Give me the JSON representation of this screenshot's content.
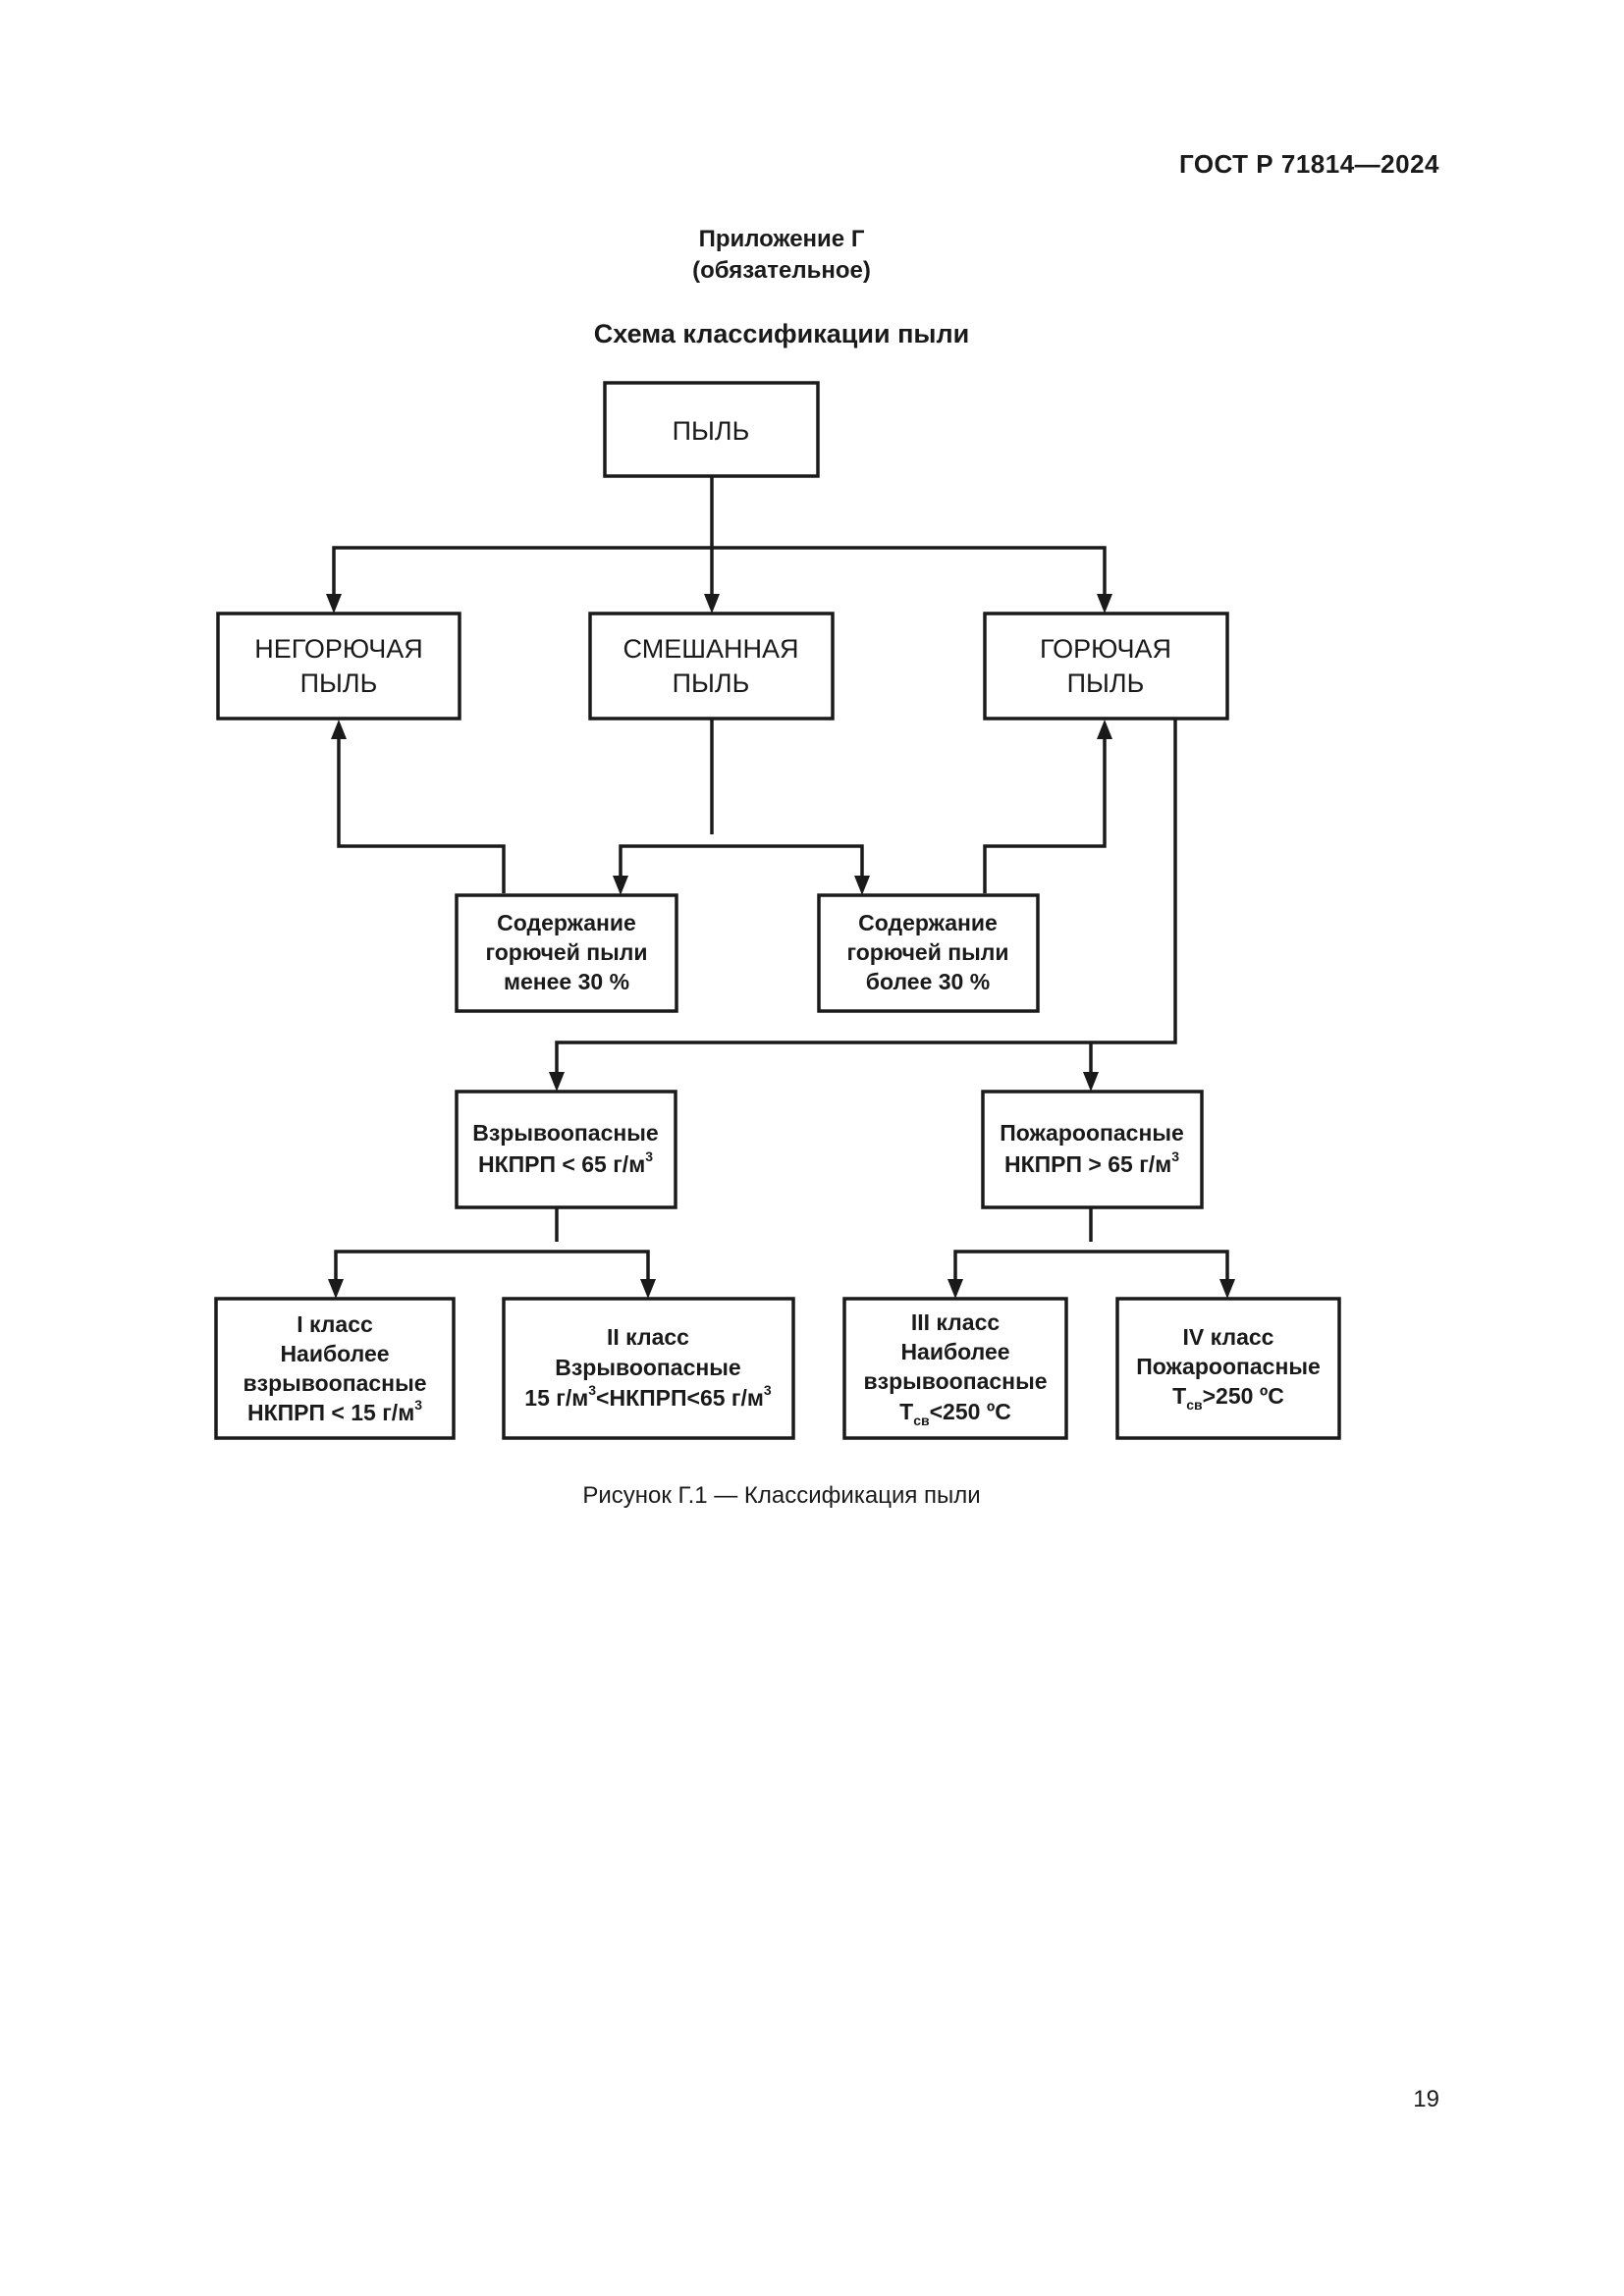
{
  "header": {
    "standard": "ГОСТ Р 71814—2024"
  },
  "appendix": {
    "title": "Приложение Г",
    "status": "(обязательное)"
  },
  "scheme_title": "Схема классификации пыли",
  "diagram": {
    "root": "ПЫЛЬ",
    "noncombustible": [
      "НЕГОРЮЧАЯ",
      "ПЫЛЬ"
    ],
    "mixed": [
      "СМЕШАННАЯ",
      "ПЫЛЬ"
    ],
    "combustible": [
      "ГОРЮЧАЯ",
      "ПЫЛЬ"
    ],
    "content_less": [
      "Содержание",
      "горючей пыли",
      "менее 30 %"
    ],
    "content_more": [
      "Содержание",
      "горючей пыли",
      "более 30 %"
    ],
    "explosive": {
      "line1": "Взрывоопасные",
      "line2": "НКПРП < 65 г/м",
      "sup": "3"
    },
    "fire": {
      "line1": "Пожароопасные",
      "line2": "НКПРП > 65 г/м",
      "sup": "3"
    },
    "class1": {
      "line1": "I класс",
      "line2": "Наиболее",
      "line3": "взрывоопасные",
      "line4": "НКПРП < 15 г/м",
      "sup": "3"
    },
    "class2": {
      "line1": "II класс",
      "line2": "Взрывоопасные",
      "line3a": "15 г/м",
      "sup1": "3",
      "line3b": "<НКПРП<65 г/м",
      "sup2": "3"
    },
    "class3": {
      "line1": "III класс",
      "line2": "Наиболее",
      "line3": "взрывоопасные",
      "line4a": "Т",
      "sub": "св",
      "line4b": "<250 ºС"
    },
    "class4": {
      "line1": "IV класс",
      "line2": "Пожароопасные",
      "line3a": "Т",
      "sub": "св",
      "line3b": ">250 ºС"
    }
  },
  "caption": "Рисунок Г.1 — Классификация пыли",
  "page_number": "19"
}
